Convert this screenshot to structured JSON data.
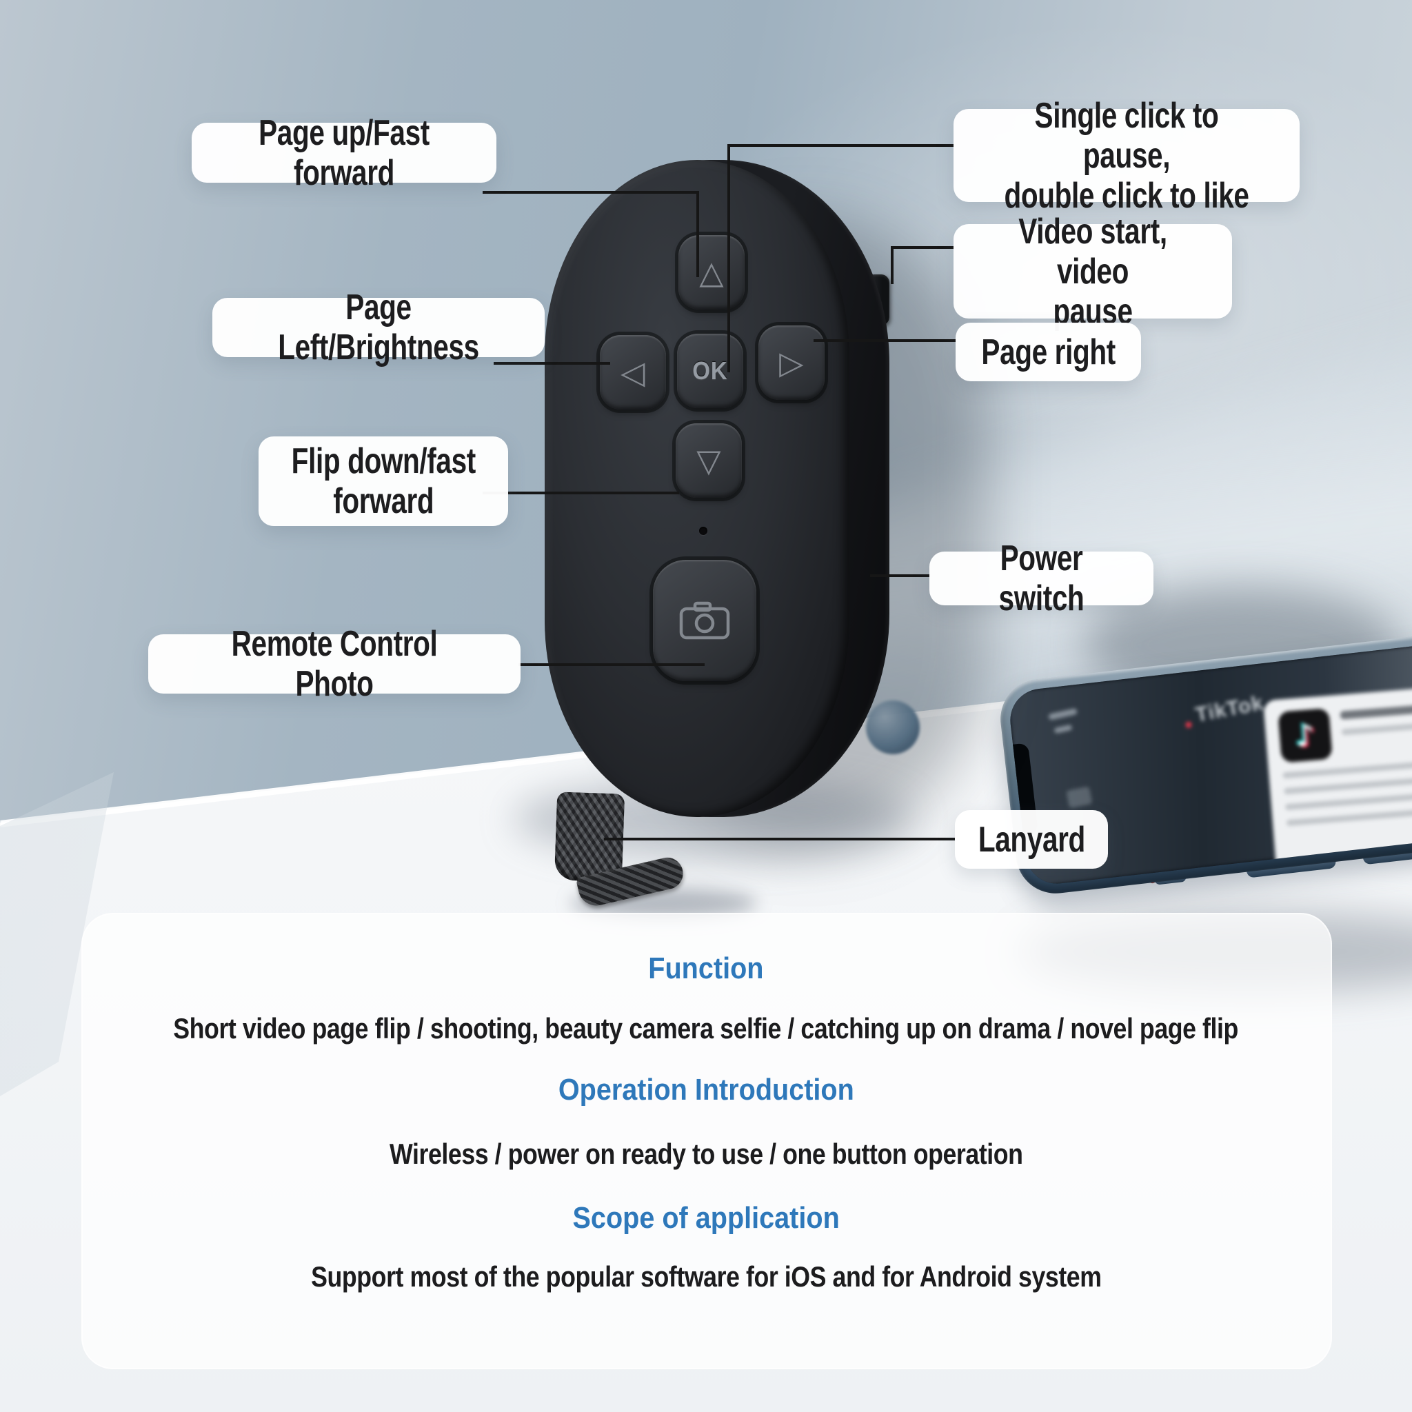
{
  "colors": {
    "accent_blue": "#2e78ba",
    "leader_line": "#161616",
    "label_text": "#1d1d1f",
    "device_body": "#202227",
    "phone_frame": "#4f6a7e"
  },
  "callouts": {
    "page_up": {
      "text": "Page up/Fast forward"
    },
    "single_click": {
      "text": "Single click to pause,\ndouble click to like"
    },
    "video_start": {
      "text": "Video start, video\npause"
    },
    "page_left": {
      "text": "Page Left/Brightness"
    },
    "page_right": {
      "text": "Page right"
    },
    "flip_down": {
      "text": "Flip down/fast\nforward"
    },
    "power_switch": {
      "text": "Power switch"
    },
    "remote_photo": {
      "text": "Remote Control Photo"
    },
    "lanyard": {
      "text": "Lanyard"
    }
  },
  "device": {
    "ok_button_label": "OK",
    "up_arrow_glyph": "△",
    "down_arrow_glyph": "▽",
    "left_arrow_glyph": "◁",
    "right_arrow_glyph": "▷"
  },
  "phone": {
    "app_name": "TikTok",
    "note_glyph": "♪"
  },
  "info_panel": {
    "sections": [
      {
        "heading": "Function",
        "body": "Short video page flip / shooting, beauty camera selfie / catching up on drama / novel page flip"
      },
      {
        "heading": "Operation Introduction",
        "body": "Wireless / power on ready to use / one button operation"
      },
      {
        "heading": "Scope of application",
        "body": "Support most of the popular software for iOS and for Android system"
      }
    ]
  }
}
